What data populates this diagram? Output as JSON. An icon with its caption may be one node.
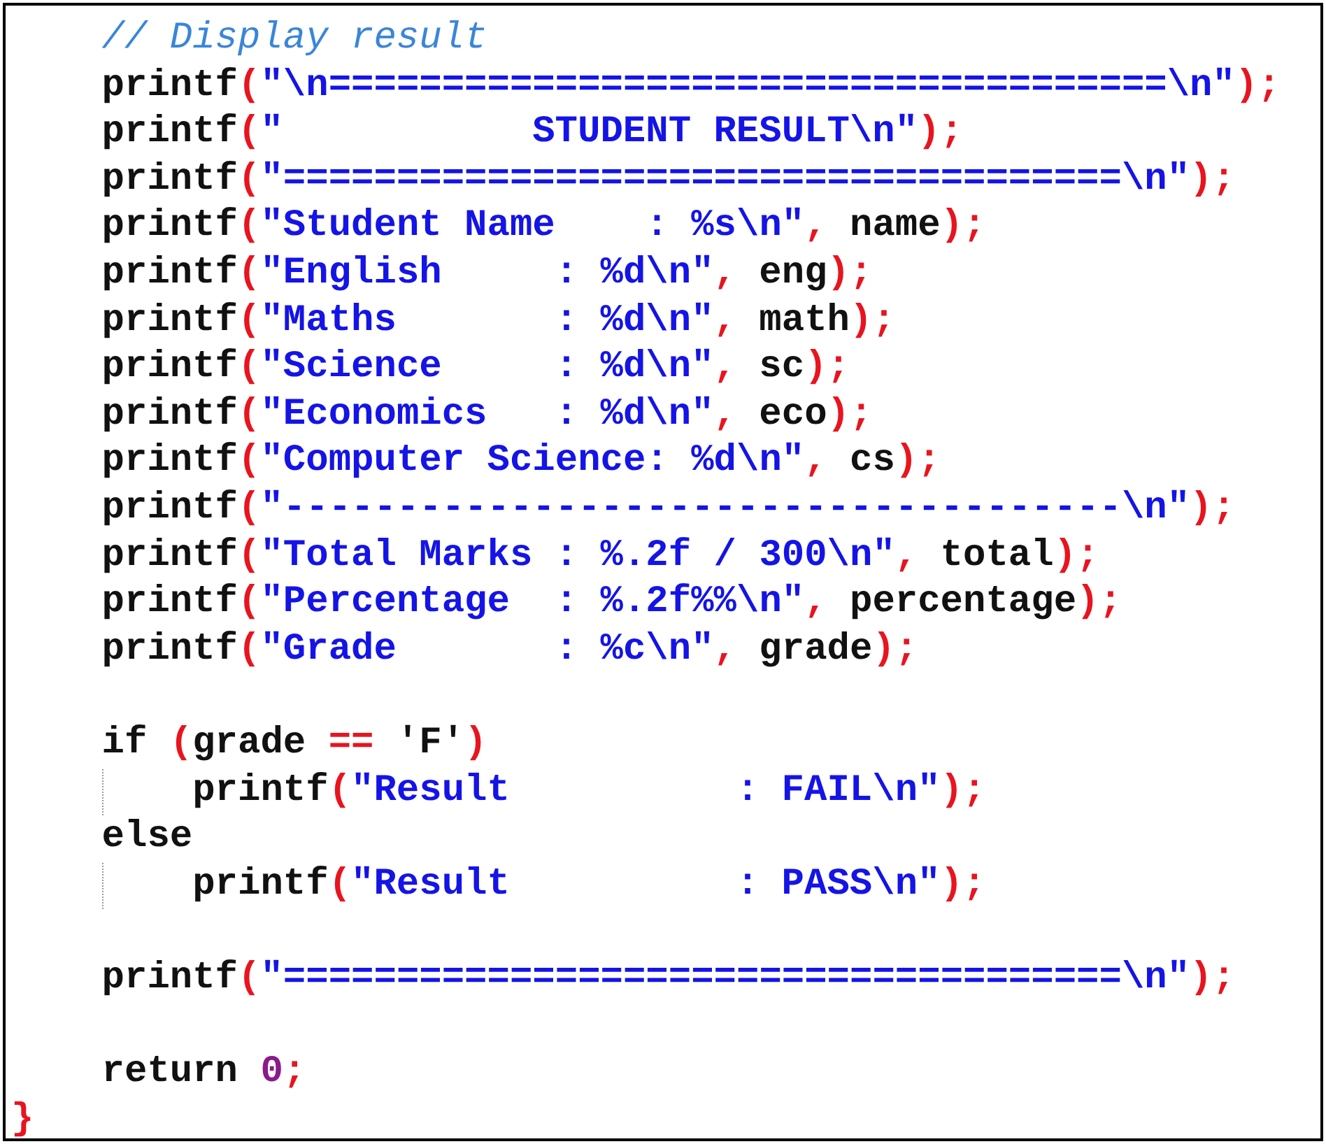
{
  "diagram": {
    "labels": [
      "// Display result",
      "printf(\"\\n=====================================\\n\");",
      "printf(\"",
      "STUDENT RESULT\\n\");",
      "printf(\"=====================================\\n\");",
      "printf(\"Student Name    : %s\\n\", name);",
      "printf(\"English     : %d\\n\", eng);",
      "printf(\"Maths       : %d\\n\", math);",
      "printf(\"Science     : %d\\n\", sc);",
      "printf(\"Economics   : %d\\n\", eco);",
      "printf(\"Computer Science: %d\\n\", cs);",
      "printf(\"-------------------------------------\\n\");",
      "printf(\"Total Marks : %.2f / 300\\n\", total);",
      "printf(\"Percentage  : %.2f%%\\n\", percentage);",
      "printf(\"Grade       : %c\\n\", grade);",
      "if (grade == 'F')",
      "printf(\"Result",
      ": FAIL\\n\");",
      "else",
      "printf(\"Result",
      ": PASS\\n\");",
      "printf(\"=====================================\\n\");",
      "return 0;",
      "}"
    ]
  }
}
